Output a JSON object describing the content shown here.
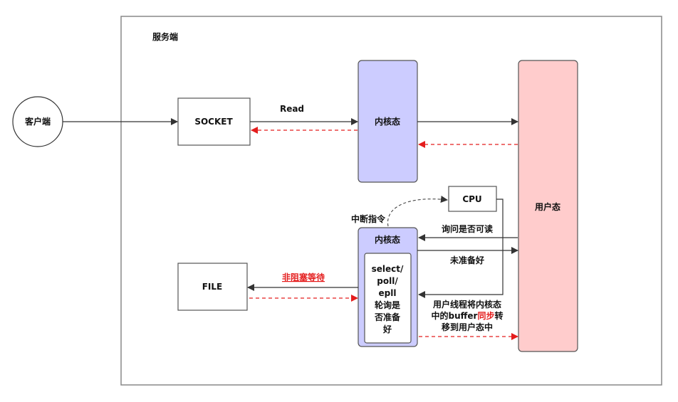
{
  "labels": {
    "server": "服务端",
    "client": "客户端",
    "socket": "SOCKET",
    "kernel_top": "内核态",
    "user_space": "用户态",
    "read": "Read",
    "cpu": "CPU",
    "interrupt": "中断指令",
    "kernel_bottom": "内核态",
    "poll_lines": [
      "select/",
      "poll/",
      "epll",
      "轮询是",
      "否准备",
      "好"
    ],
    "file": "FILE",
    "non_blocking_wait": "非阻塞等待",
    "ask_readable": "询问是否可读",
    "not_ready": "未准备好",
    "copy_line1": "用户线程将内核态",
    "copy_line2_a": "中的buffer",
    "copy_line2_b": "同步",
    "copy_line2_c": "转",
    "copy_line3": "移到用户态中"
  },
  "colors": {
    "kernel_fill": "#ccccff",
    "user_fill": "#ffcccc",
    "arrow": "#333333",
    "dashed_return": "#e41d1d",
    "highlight_text": "#e41d1d"
  }
}
